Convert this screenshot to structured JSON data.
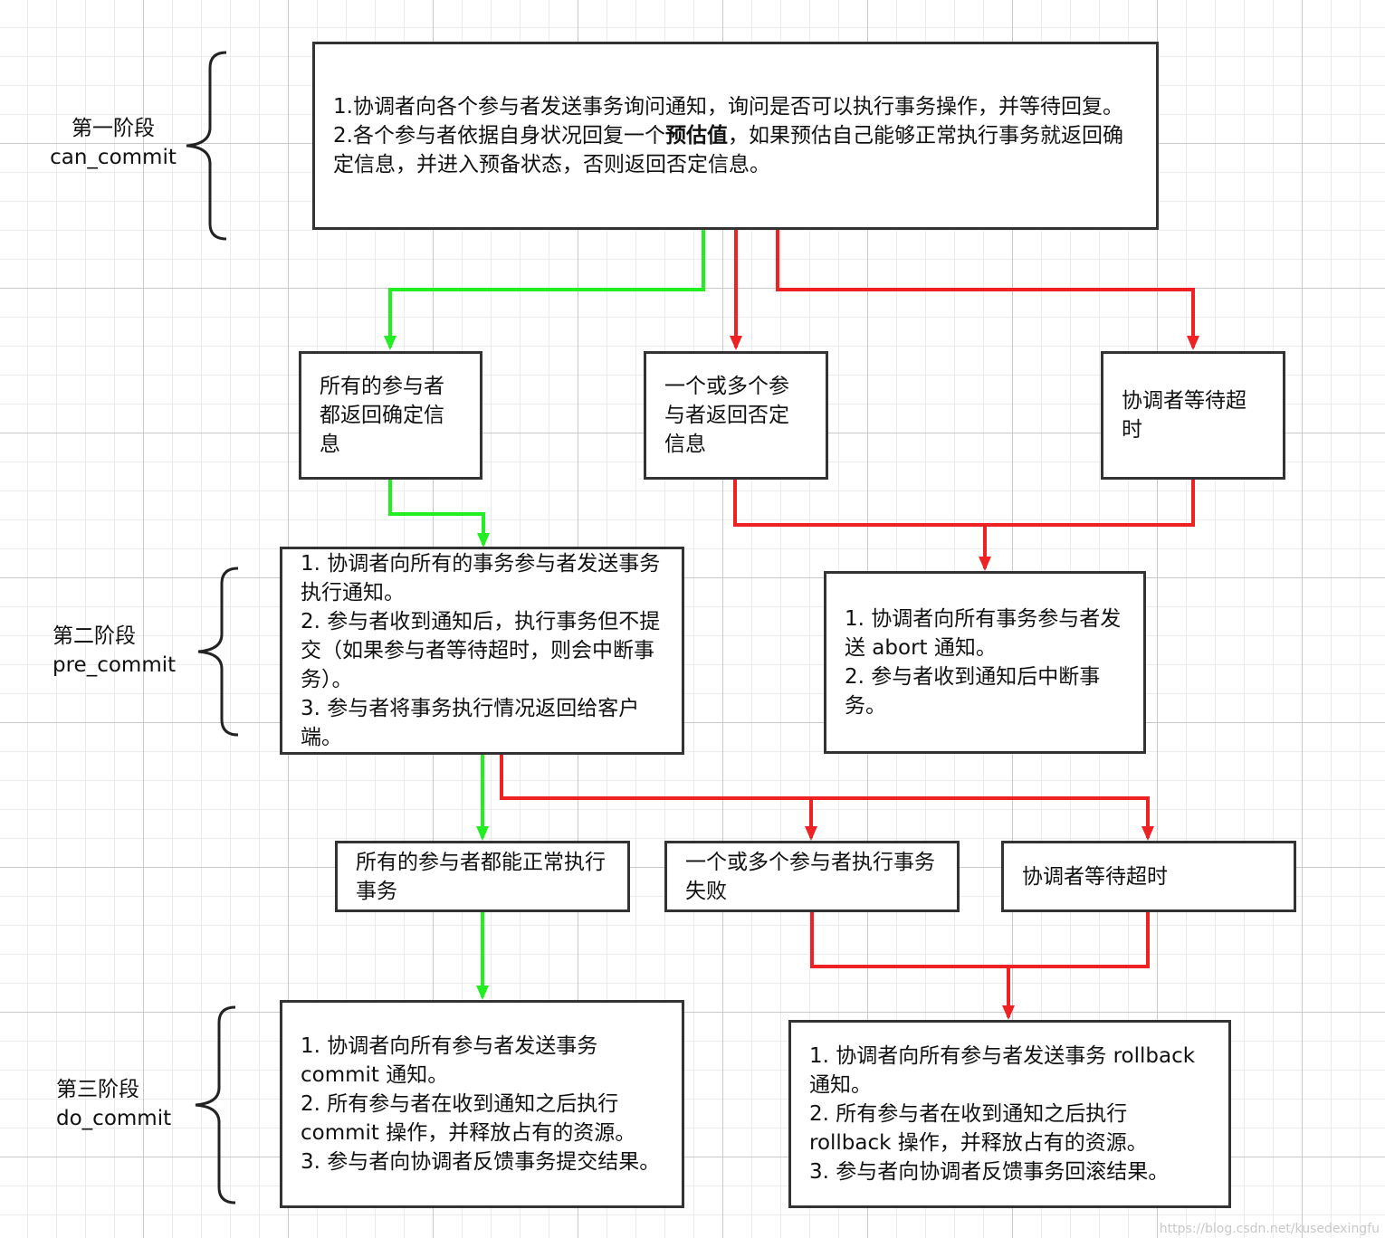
{
  "colors": {
    "yes_path": "#22ee22",
    "no_path": "#ee2222",
    "border": "#333333"
  },
  "phases": [
    {
      "title": "第一阶段",
      "subtitle": "can_commit"
    },
    {
      "title": "第二阶段",
      "subtitle": "pre_commit"
    },
    {
      "title": "第三阶段",
      "subtitle": "do_commit"
    }
  ],
  "boxes": {
    "can_commit": {
      "line1": "1.协调者向各个参与者发送事务询问通知，询问是否可以执行事务操作，并等待回复。",
      "line2_prefix": "2.各个参与者依据自身状况回复一个",
      "line2_bold": "预估值",
      "line2_suffix": "，如果预估自己能够正常执行事务就返回确定信息，并进入预备状态，否则返回否定信息。"
    },
    "all_yes": "所有的参与者都返回确定信息",
    "some_no": "一个或多个参与者返回否定信息",
    "timeout_1": "协调者等待超时",
    "pre_commit": "1. 协调者向所有的事务参与者发送事务执行通知。\n2. 参与者收到通知后，执行事务但不提交（如果参与者等待超时，则会中断事务）。\n3. 参与者将事务执行情况返回给客户端。",
    "abort": "1. 协调者向所有事务参与者发送 abort 通知。\n2. 参与者收到通知后中断事务。",
    "all_ok": "所有的参与者都能正常执行事务",
    "some_fail": "一个或多个参与者执行事务失败",
    "timeout_2": "协调者等待超时",
    "do_commit": "1. 协调者向所有参与者发送事务 commit 通知。\n2. 所有参与者在收到通知之后执行 commit 操作，并释放占有的资源。\n3. 参与者向协调者反馈事务提交结果。",
    "rollback": "1. 协调者向所有参与者发送事务 rollback 通知。\n2. 所有参与者在收到通知之后执行 rollback 操作，并释放占有的资源。\n3. 参与者向协调者反馈事务回滚结果。"
  },
  "watermark": "https://blog.csdn.net/kusedexingfu"
}
